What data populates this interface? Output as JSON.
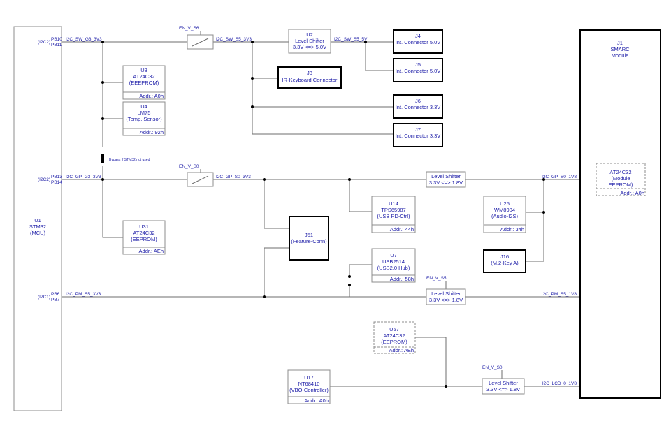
{
  "u1": {
    "ref": "U1",
    "name": "STM32",
    "desc": "(MCU)"
  },
  "j1": {
    "ref": "J1",
    "name": "SMARC",
    "desc": "Module"
  },
  "pins": {
    "i2c2_a": "(I2C2)",
    "pb10": "PB10",
    "pb11": "PB11",
    "i2c2_b": "(I2C2)",
    "pb13": "PB13",
    "pb14": "PB14",
    "i2c1": "(I2C1)",
    "pb6": "PB6",
    "pb7": "PB7"
  },
  "nets": {
    "sw_g3": "I2C_SW_G3_3V3",
    "sw_s5": "I2C_SW_S5_3V3",
    "sw_s5_5v": "I2C_SW_S5_5V",
    "gp_g3": "I2C_GP_G3_3V3",
    "gp_s0": "I2C_GP_S0_3V3",
    "gp_s0_1v8": "I2C_GP_S0_1V8",
    "pm_s5": "I2C_PM_S5_3V3",
    "pm_s5_1v8": "I2C_PM_S5_1V8",
    "lcd0_1v8": "I2C_LCD_0_1V8"
  },
  "enables": {
    "en_v_s6": "EN_V_S6",
    "en_v_s0_a": "EN_V_S0",
    "en_v_s5": "EN_V_S5",
    "en_v_s0_b": "EN_V_S0"
  },
  "bypass": "Bypass if STM32 not used",
  "components": {
    "u2": {
      "ref": "U2",
      "name": "Level Shifter",
      "desc": "3.3V <=> 5.0V"
    },
    "j4": {
      "ref": "J4",
      "name": "Int. Connector 5.0V"
    },
    "j5": {
      "ref": "J5",
      "name": "Int. Connector 5.0V"
    },
    "j3": {
      "ref": "J3",
      "name": "IR-Keyboard Connector"
    },
    "j6": {
      "ref": "J6",
      "name": "Int. Connector 3.3V"
    },
    "j7": {
      "ref": "J7",
      "name": "Int. Connector 3.3V"
    },
    "u3": {
      "ref": "U3",
      "name": "AT24C32",
      "desc": "(EEEPROM)",
      "addr": "Addr.: A0h"
    },
    "u4": {
      "ref": "U4",
      "name": "LM75",
      "desc": "(Temp. Sensor)",
      "addr": "Addr.: 92h"
    },
    "u31": {
      "ref": "U31",
      "name": "AT24C32",
      "desc": "(EEPROM)",
      "addr": "Addr.: AEh"
    },
    "ls_gp": {
      "name": "Level Shifter",
      "desc": "3.3V <=> 1.8V"
    },
    "u14": {
      "ref": "U14",
      "name": "TPS65987",
      "desc": "(USB PD-Ctrl)",
      "addr": "Addr.: 44h"
    },
    "u25": {
      "ref": "U25",
      "name": "WM8904",
      "desc": "(Audio-I2S)",
      "addr": "Addr.: 34h"
    },
    "j51": {
      "ref": "J51",
      "name": "(Feature-Conn)"
    },
    "j16": {
      "ref": "J16",
      "name": "(M.2-Key A)"
    },
    "u7": {
      "ref": "U7",
      "name": "USB2514",
      "desc": "(USB2.0 Hub)",
      "addr": "Addr.: 58h"
    },
    "ls_pm": {
      "name": "Level Shifter",
      "desc": "3.3V <=> 1.8V"
    },
    "u57": {
      "ref": "U57",
      "name": "AT24C32",
      "desc": "(EEPROM)",
      "addr": "Addr.: AEh"
    },
    "u17": {
      "ref": "U17",
      "name": "NT68410",
      "desc": "(VBO-Controller)",
      "addr": "Addr.: A0h"
    },
    "ls_lcd": {
      "name": "Level Shifter",
      "desc": "3.3V <=> 1.8V"
    },
    "mod_eeprom": {
      "name": "AT24C32",
      "desc1": "(Module",
      "desc2": "EEPROM)",
      "addr": "Addr.: A0h"
    }
  }
}
